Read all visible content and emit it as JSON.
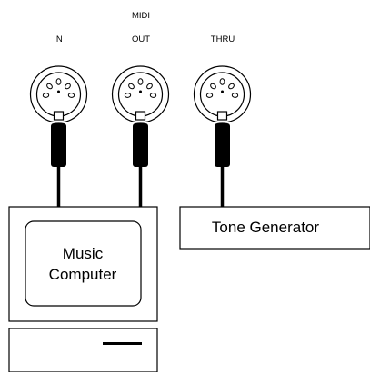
{
  "labels": {
    "in": "IN",
    "midi": "MIDI",
    "out": "OUT",
    "thru": "THRU"
  },
  "devices": {
    "computer_line1": "Music",
    "computer_line2": "Computer",
    "tone_generator": "Tone Generator"
  },
  "colors": {
    "stroke": "#000000",
    "background": "#ffffff"
  },
  "icons": {
    "connector": "midi-din-connector-icon"
  }
}
